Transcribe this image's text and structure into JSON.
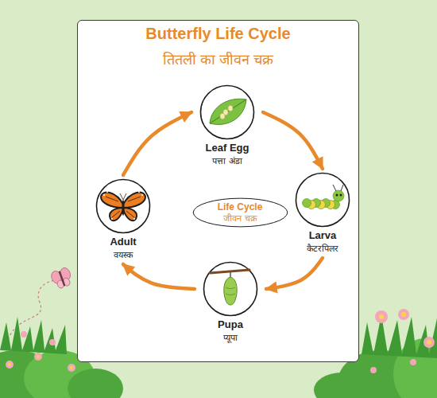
{
  "diagram": {
    "title": "Butterfly Life Cycle",
    "nodes": [
      {
        "text": [
          "Leaf Egg",
          "पत्ता अंडा"
        ]
      },
      {
        "text": [
          "Larva",
          "कैटरपिलर"
        ]
      },
      {
        "text": [
          "Pupa",
          "प्यूपा"
        ]
      },
      {
        "text": [
          "Adult",
          "वयस्क"
        ]
      },
      {
        "text": [
          "Life Cycle",
          "जीवन चक्र"
        ]
      }
    ],
    "edges": [
      {
        "from": 0,
        "to": 1,
        "arrow": "to"
      },
      {
        "from": 1,
        "to": 2,
        "arrow": "to"
      },
      {
        "from": 2,
        "to": 3,
        "arrow": "to"
      },
      {
        "from": 3,
        "to": 0,
        "arrow": "to"
      }
    ],
    "labels": [
      "तितली का जीवन चक्र"
    ]
  }
}
